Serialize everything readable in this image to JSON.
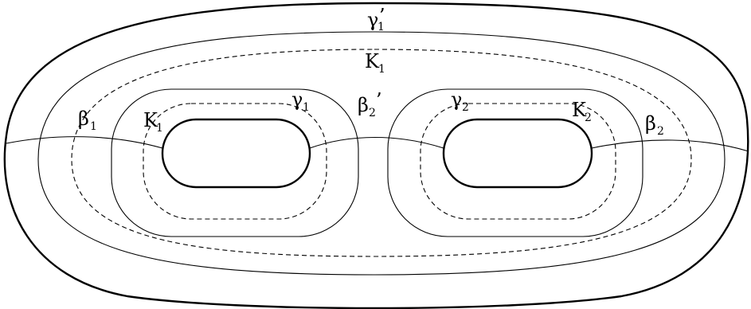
{
  "labels": {
    "gamma1_prime": {
      "main": "γ",
      "sub": "1",
      "mark": "’"
    },
    "K1_outer": {
      "main": "K",
      "sub": "1"
    },
    "gamma1": {
      "main": "γ",
      "sub": "1"
    },
    "gamma2": {
      "main": "γ",
      "sub": "2"
    },
    "beta1": {
      "main": "β",
      "sub": "1"
    },
    "K1_inner": {
      "main": "K",
      "sub": "1"
    },
    "beta2_prime": {
      "main": "β",
      "sub": "2",
      "mark": "’"
    },
    "K2": {
      "main": "K",
      "sub": "2"
    },
    "beta2": {
      "main": "β",
      "sub": "2"
    }
  }
}
